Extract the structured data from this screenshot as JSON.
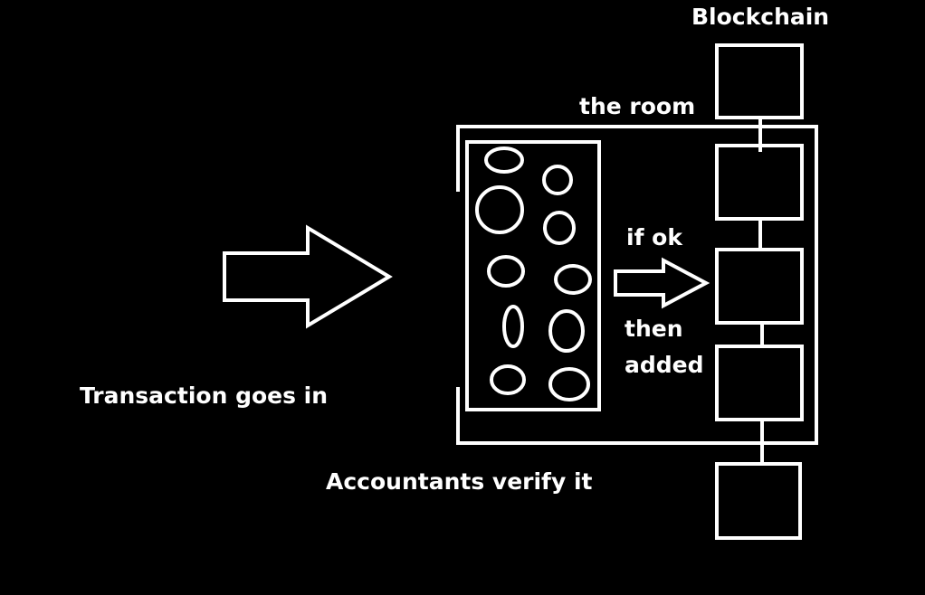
{
  "labels": {
    "blockchain": "Blockchain",
    "the_room": "the room",
    "if_ok": "if ok",
    "then_added": [
      "then",
      "added"
    ],
    "transaction_goes_in": "Transaction goes in",
    "accountants_verify": "Accountants verify it"
  },
  "colors": {
    "background": "#000000",
    "stroke": "#ffffff"
  },
  "blocks": {
    "count": 5
  },
  "accountants": {
    "count": 10
  }
}
